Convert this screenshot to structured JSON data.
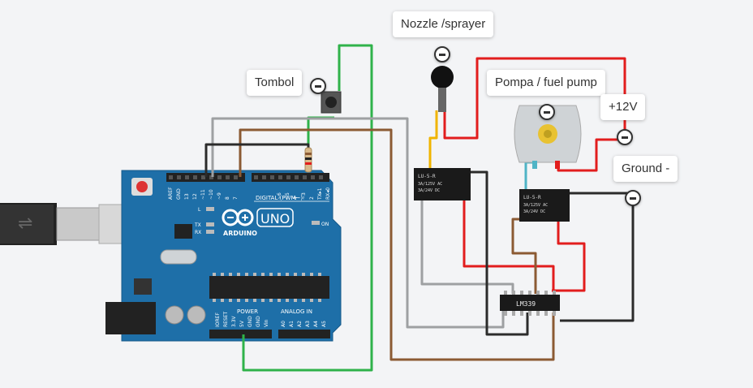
{
  "callouts": {
    "tombol": "Tombol",
    "nozzle": "Nozzle /sprayer",
    "pompa": "Pompa / fuel pump",
    "plus12": "+12V",
    "ground": "Ground -"
  },
  "board": {
    "brand": "ARDUINO",
    "model": "UNO",
    "header_top": "DIGITAL (PWM~)",
    "header_power": "POWER",
    "header_analog": "ANALOG IN",
    "led_l": "L",
    "led_tx": "TX",
    "led_rx": "RX",
    "led_on": "ON",
    "pins_top": [
      "AREF",
      "GND",
      "13",
      "12",
      "~11",
      "~10",
      "~9",
      "8",
      "7",
      "~6",
      "~5",
      "4",
      "~3",
      "2",
      "TX▸1",
      "RX◂0"
    ],
    "pins_power": [
      "IOREF",
      "RESET",
      "3.3V",
      "5V",
      "GND",
      "GND",
      "Vin"
    ],
    "pins_analog": [
      "A0",
      "A1",
      "A2",
      "A3",
      "A4",
      "A5"
    ]
  },
  "relay1": {
    "line1": "LU-5-R",
    "line2": "3A/125V AC",
    "line3": "3A/24V DC"
  },
  "relay2": {
    "line1": "LU-5-R",
    "line2": "3A/125V AC",
    "line3": "3A/24V DC"
  },
  "comparator": {
    "label": "LM339"
  },
  "colors": {
    "red": "#e21d1d",
    "black": "#2b2b2b",
    "green": "#2fb24a",
    "gray": "#9ea0a2",
    "brown": "#8b5a33",
    "yellow": "#f0b400",
    "cyan": "#4fb4c6",
    "pcb": "#1e6fa8"
  }
}
